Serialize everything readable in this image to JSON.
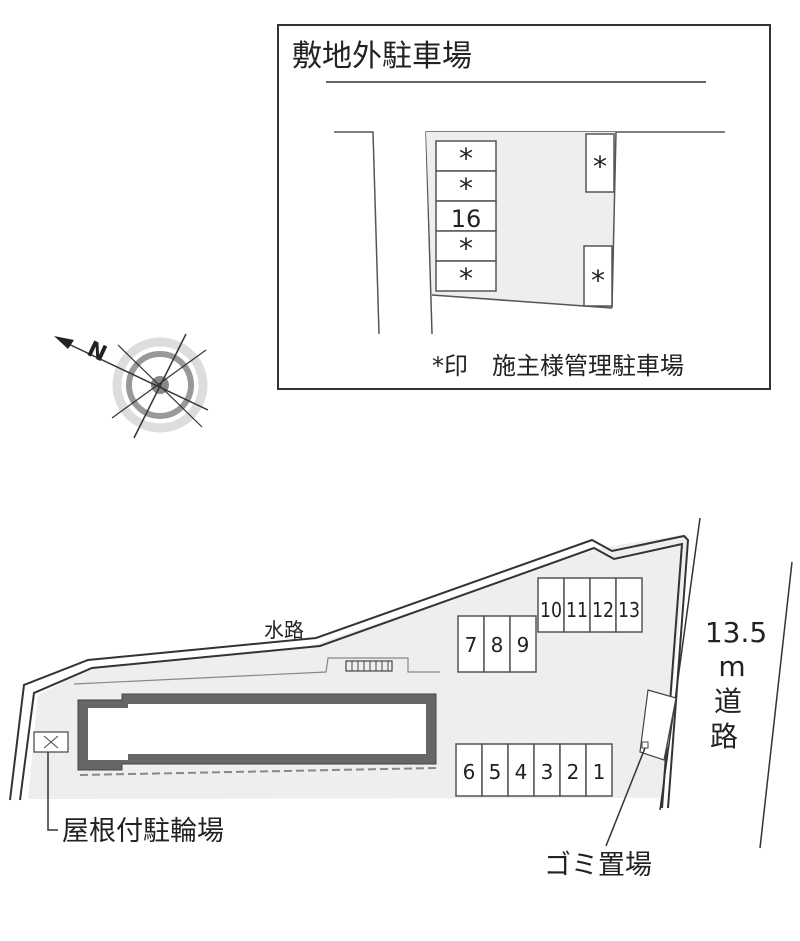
{
  "inset": {
    "title": "敷地外駐車場",
    "left_slots": [
      "*",
      "*",
      "16",
      "*",
      "*"
    ],
    "right_slots": [
      "*",
      "*"
    ],
    "legend": "*印　施主様管理駐車場"
  },
  "compass": {
    "letter": "N"
  },
  "site": {
    "waterway_label": "水路",
    "road_width": "13.5",
    "road_unit": "m",
    "road_char1": "道",
    "road_char2": "路",
    "parking_top_row": [
      "10",
      "11",
      "12",
      "13"
    ],
    "parking_mid_row": [
      "7",
      "8",
      "9"
    ],
    "parking_bottom_row": [
      "6",
      "5",
      "4",
      "3",
      "2",
      "1"
    ],
    "bike_parking_label": "屋根付駐輪場",
    "trash_label": "ゴミ置場"
  }
}
